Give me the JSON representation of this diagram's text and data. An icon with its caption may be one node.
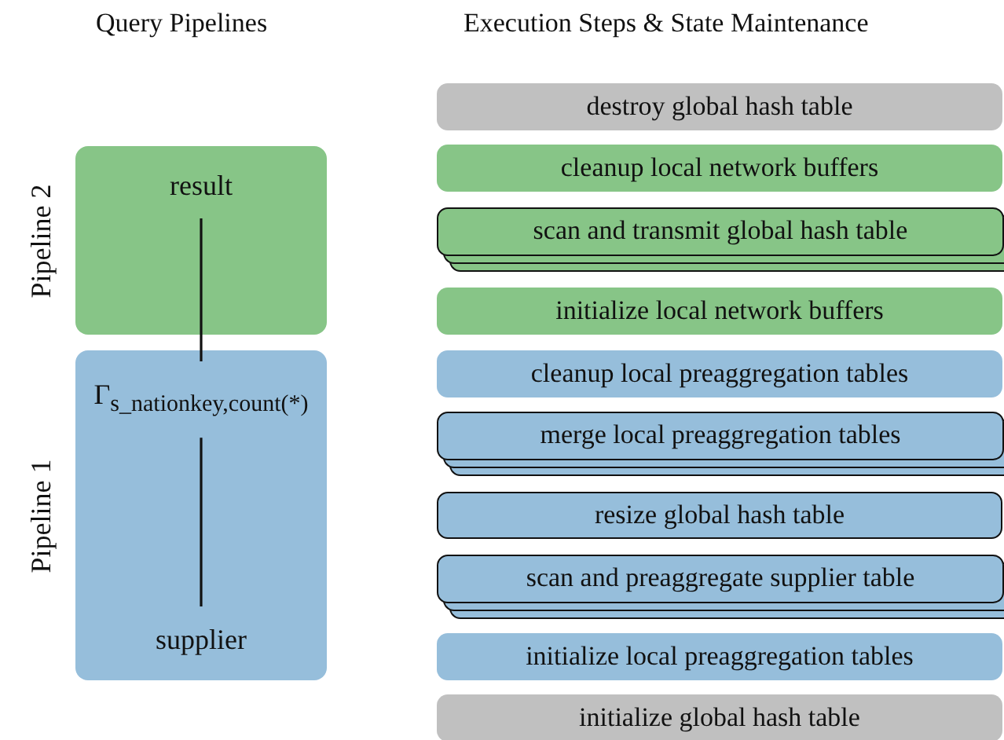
{
  "diagram": {
    "nodes": [
      {
        "text": [
          "Pipeline 2"
        ]
      },
      {
        "text": [
          "result"
        ],
        "in": 0
      },
      {
        "text": [
          "Pipeline 1"
        ]
      },
      {
        "text": [
          "Γ$_{s_nationkey,count(*)}$"
        ],
        "in": 2
      },
      {
        "text": [
          "supplier"
        ],
        "in": 2
      },
      {
        "text": [
          "destroy global hash table"
        ]
      },
      {
        "text": [
          "cleanup local network buffers"
        ]
      },
      {
        "text": [
          "scan and transmit global hash table"
        ]
      },
      {
        "text": [
          "initialize local network buffers"
        ]
      },
      {
        "text": [
          "cleanup local preaggregation tables"
        ]
      },
      {
        "text": [
          "merge local preaggregation tables"
        ]
      },
      {
        "text": [
          "resize global hash table"
        ]
      },
      {
        "text": [
          "scan and preaggregate supplier table"
        ]
      },
      {
        "text": [
          "initialize local preaggregation tables"
        ]
      },
      {
        "text": [
          "initialize global hash table"
        ]
      }
    ],
    "edges": [
      {
        "from": 1,
        "to": 3,
        "arrow": "none"
      },
      {
        "from": 3,
        "to": 4,
        "arrow": "none"
      }
    ],
    "labels": [
      "Query Pipelines",
      "Execution Steps & State Maintenance"
    ]
  }
}
